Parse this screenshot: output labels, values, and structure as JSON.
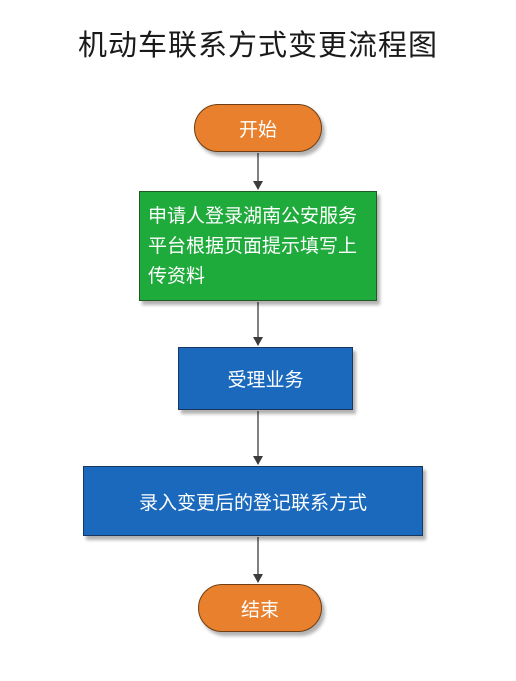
{
  "title": "机动车联系方式变更流程图",
  "colors": {
    "terminal_fill": "#e8802e",
    "step1_fill": "#1faa3c",
    "step_fill": "#1a69bd",
    "arrow": "#3c3c3c"
  },
  "nodes": {
    "start": "开始",
    "step1": "申请人登录湖南公安服务平台根据页面提示填写上传资料",
    "step2": "受理业务",
    "step3": "录入变更后的登记联系方式",
    "end": "结束"
  }
}
